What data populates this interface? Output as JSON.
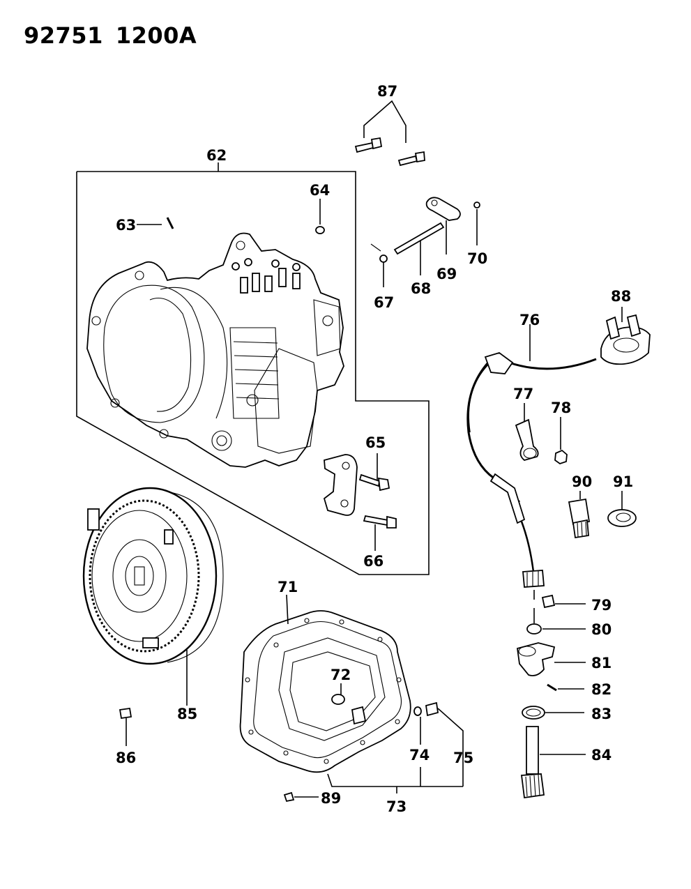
{
  "header": {
    "code_left": "92751",
    "code_right": "1200A"
  },
  "callouts": {
    "c62": "62",
    "c63": "63",
    "c64": "64",
    "c65": "65",
    "c66": "66",
    "c67": "67",
    "c68": "68",
    "c69": "69",
    "c70": "70",
    "c71": "71",
    "c72": "72",
    "c73": "73",
    "c74": "74",
    "c75": "75",
    "c76": "76",
    "c77": "77",
    "c78": "78",
    "c79": "79",
    "c80": "80",
    "c81": "81",
    "c82": "82",
    "c83": "83",
    "c84": "84",
    "c85": "85",
    "c86": "86",
    "c87": "87",
    "c88": "88",
    "c89": "89",
    "c90": "90",
    "c91": "91"
  },
  "colors": {
    "ink": "#000000",
    "paper": "#ffffff"
  }
}
